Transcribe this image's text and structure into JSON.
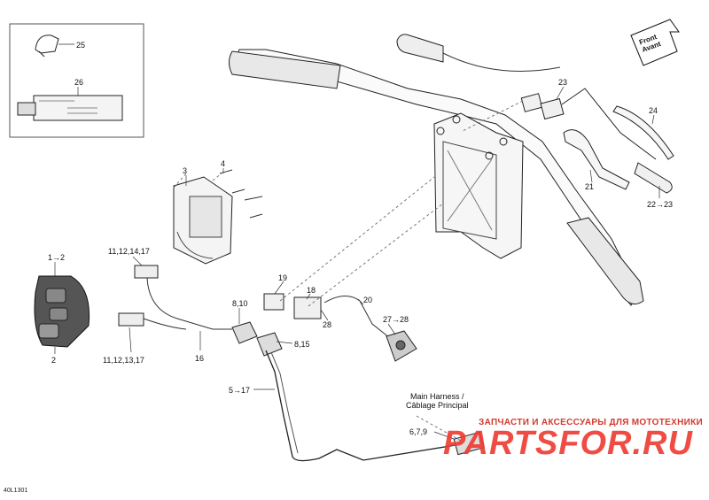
{
  "diagram": {
    "ref_code": "40L1301",
    "front_arrow": {
      "line1": "Front",
      "line2": "Avant"
    },
    "callouts": [
      {
        "id": "c25",
        "text": "25"
      },
      {
        "id": "c26",
        "text": "26"
      },
      {
        "id": "c3",
        "text": "3"
      },
      {
        "id": "c4",
        "text": "4"
      },
      {
        "id": "c1_2",
        "text": "1→2"
      },
      {
        "id": "c2",
        "text": "2"
      },
      {
        "id": "c11a",
        "text": "11,12,14,17"
      },
      {
        "id": "c11b",
        "text": "11,12,13,17"
      },
      {
        "id": "c16",
        "text": "16"
      },
      {
        "id": "c19",
        "text": "19"
      },
      {
        "id": "c18",
        "text": "18"
      },
      {
        "id": "c8_10",
        "text": "8,10"
      },
      {
        "id": "c8_15",
        "text": "8,15"
      },
      {
        "id": "c28",
        "text": "28"
      },
      {
        "id": "c20",
        "text": "20"
      },
      {
        "id": "c27_28",
        "text": "27→28"
      },
      {
        "id": "c5_17",
        "text": "5→17"
      },
      {
        "id": "c6_7_9",
        "text": "6,7,9"
      },
      {
        "id": "c23",
        "text": "23"
      },
      {
        "id": "c24",
        "text": "24"
      },
      {
        "id": "c21",
        "text": "21"
      },
      {
        "id": "c22_23",
        "text": "22→23"
      }
    ],
    "main_harness": {
      "line1": "Main Harness /",
      "line2": "Câblage Principal"
    },
    "watermark_text": "ЗАПЧАСТИ И АКСЕССУАРЫ ДЛЯ МОТОТЕХНИКИ",
    "watermark_brand": "PARTSFOR.RU"
  }
}
